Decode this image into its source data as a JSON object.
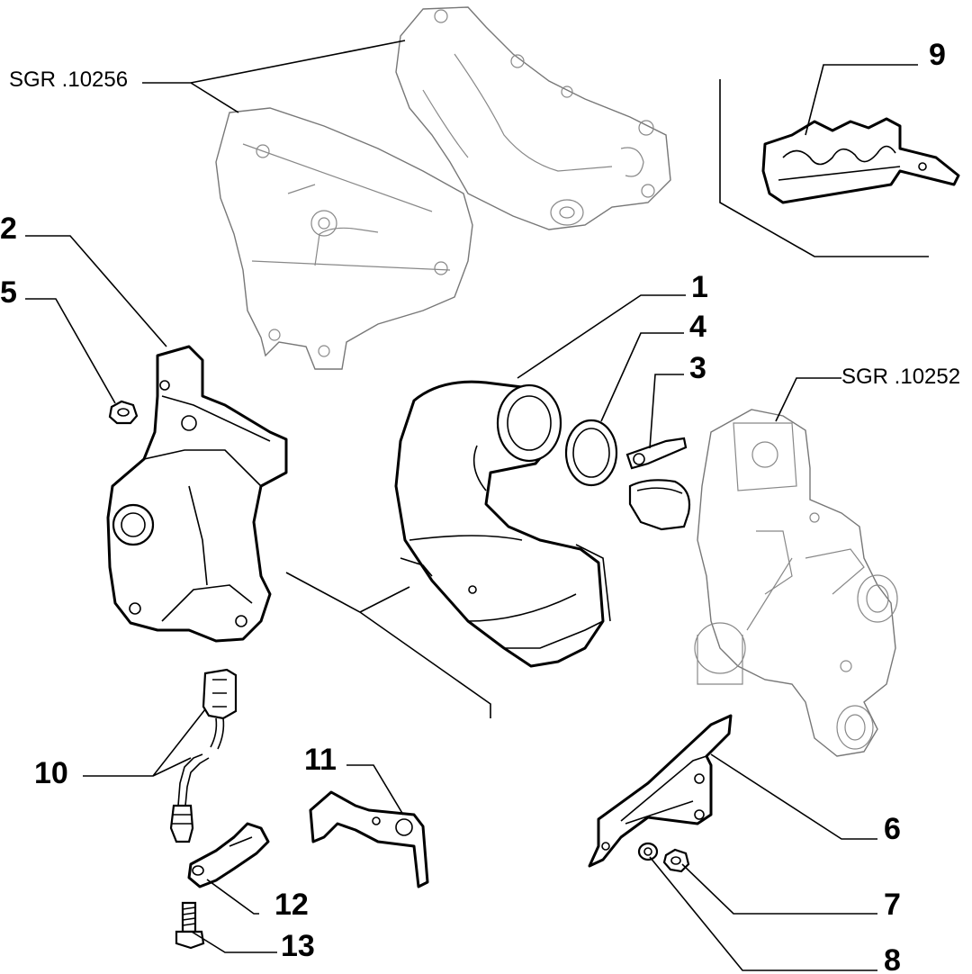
{
  "diagram": {
    "references": [
      {
        "id": "ref-10256",
        "text": "SGR .10256"
      },
      {
        "id": "ref-10252",
        "text": "SGR .10252"
      }
    ],
    "callouts": [
      {
        "id": "1",
        "label": "1"
      },
      {
        "id": "2",
        "label": "2"
      },
      {
        "id": "3",
        "label": "3"
      },
      {
        "id": "4",
        "label": "4"
      },
      {
        "id": "5",
        "label": "5"
      },
      {
        "id": "6",
        "label": "6"
      },
      {
        "id": "7",
        "label": "7"
      },
      {
        "id": "8",
        "label": "8"
      },
      {
        "id": "9",
        "label": "9"
      },
      {
        "id": "10",
        "label": "10"
      },
      {
        "id": "11",
        "label": "11"
      },
      {
        "id": "12",
        "label": "12"
      },
      {
        "id": "13",
        "label": "13"
      }
    ]
  }
}
